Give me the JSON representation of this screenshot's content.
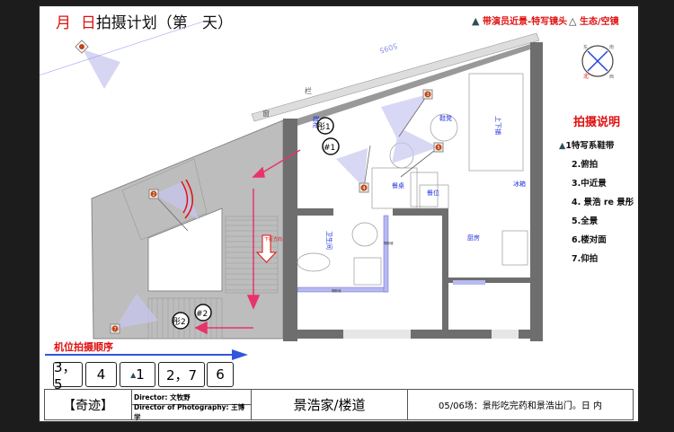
{
  "title": {
    "month": "月",
    "day": "日",
    "text": "拍摄计划（第",
    "day_suffix": "天）"
  },
  "legend": {
    "actor_shot": "带演员近景-特写镜头",
    "empty_shot": "生态/空镜"
  },
  "compass": {
    "marks": [
      "东",
      "南",
      "西",
      "北"
    ]
  },
  "notes": {
    "heading": "拍摄说明",
    "items": [
      "1特写系鞋带",
      "2.俯拍",
      "3.中近景",
      "4. 景浩 re 景彤",
      "5.全景",
      "6.楼对面",
      "7.仰拍"
    ]
  },
  "plan": {
    "dimension": "5095",
    "labels": {
      "railing": "栏",
      "window": "窗",
      "shoe_cabinet": "鞋柜",
      "shoe_stool": "鞋凳",
      "bunk_bed": "上下铺",
      "dining_table": "餐桌",
      "seat": "餐位",
      "fridge": "冰箱",
      "bathroom": "卫生间",
      "kitchen": "厨房",
      "down_direction": "下行方向",
      "partition1": "隔断墙",
      "partition2": "隔断墙"
    },
    "markers": {
      "tong1": "彤1",
      "hao1": "#1",
      "tong2": "彤2",
      "hao2": "#2"
    },
    "cameras": [
      "3",
      "5",
      "4",
      "2",
      "7",
      "6"
    ]
  },
  "order": {
    "label": "机位拍摄顺序",
    "sequence": [
      "3，5",
      "4",
      "1",
      "2，7",
      "6"
    ]
  },
  "title_block": {
    "project": "【奇迹】",
    "director": "Director: 文牧野",
    "dop": "Director of Photography: 王博学",
    "location": "景浩家/楼道",
    "scene": "05/06场：景彤吃完药和景浩出门。日 内"
  },
  "colors": {
    "red": "#e01010",
    "blue": "#3355dd",
    "pink": "#e8336a",
    "wall": "#6e6e6e",
    "stair": "#bdbdbd"
  }
}
